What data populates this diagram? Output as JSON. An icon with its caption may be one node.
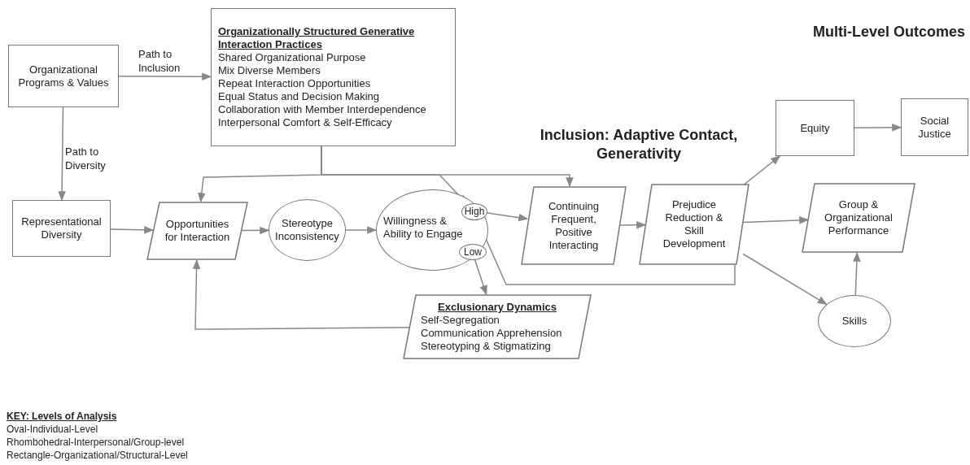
{
  "diagram": {
    "nodes": [
      {
        "text": [
          "Organizational Programs & Values"
        ]
      },
      {
        "text": [
          "Organizationally Structured Generative Interaction Practices",
          "Shared Organizational Purpose",
          "Mix Diverse Members",
          "Repeat Interaction Opportunities",
          "Equal Status and Decision Making",
          "Collaboration with Member Interdependence",
          "Interpersonal Comfort & Self-Efficacy"
        ]
      },
      {
        "text": [
          "Representational Diversity"
        ]
      },
      {
        "text": [
          "Opportunities for Interaction"
        ]
      },
      {
        "text": [
          "Stereotype Inconsistency"
        ]
      },
      {
        "text": [
          "Willingness & Ability to Engage"
        ]
      },
      {
        "text": [
          "High"
        ],
        "in": 5
      },
      {
        "text": [
          "Low"
        ],
        "in": 5
      },
      {
        "text": [
          "Continuing Frequent, Positive Interacting"
        ]
      },
      {
        "text": [
          "Prejudice Reduction & Skill Development"
        ]
      },
      {
        "text": [
          "Exclusionary Dynamics",
          "Self-Segregation",
          "Communication Apprehension",
          "Stereotyping & Stigmatizing"
        ]
      },
      {
        "text": [
          "Equity"
        ]
      },
      {
        "text": [
          "Social Justice"
        ]
      },
      {
        "text": [
          "Group & Organizational Performance"
        ]
      },
      {
        "text": [
          "Skills"
        ]
      }
    ],
    "edges": [
      {
        "from": 0,
        "to": 1,
        "arrow": "to",
        "label": "Path to Inclusion"
      },
      {
        "from": 0,
        "to": 2,
        "arrow": "to",
        "label": "Path to Diversity"
      },
      {
        "from": 2,
        "to": 3,
        "arrow": "to"
      },
      {
        "from": 3,
        "to": 4,
        "arrow": "to"
      },
      {
        "from": 4,
        "to": 5,
        "arrow": "to"
      },
      {
        "from": 1,
        "to": 3,
        "arrow": "to"
      },
      {
        "from": 1,
        "to": 6,
        "arrow": "to"
      },
      {
        "from": 1,
        "to": 8,
        "arrow": "to"
      },
      {
        "from": 6,
        "to": 8,
        "arrow": "to"
      },
      {
        "from": 7,
        "to": 10,
        "arrow": "to"
      },
      {
        "from": 10,
        "to": 3,
        "arrow": "to"
      },
      {
        "from": 8,
        "to": 9,
        "arrow": "to"
      },
      {
        "from": 9,
        "to": 6,
        "arrow": "to"
      },
      {
        "from": 9,
        "to": 11,
        "arrow": "to"
      },
      {
        "from": 9,
        "to": 13,
        "arrow": "to"
      },
      {
        "from": 9,
        "to": 14,
        "arrow": "to"
      },
      {
        "from": 11,
        "to": 12,
        "arrow": "to"
      },
      {
        "from": 14,
        "to": 13,
        "arrow": "to"
      }
    ],
    "labels": [
      "Multi-Level Outcomes",
      "Inclusion: Adaptive Contact, Generativity",
      "KEY: Levels of Analysis",
      "Oval-Individual-Level",
      "Rhombohedral-Interpersonal/Group-level",
      "Rectangle-Organizational/Structural-Level"
    ]
  }
}
